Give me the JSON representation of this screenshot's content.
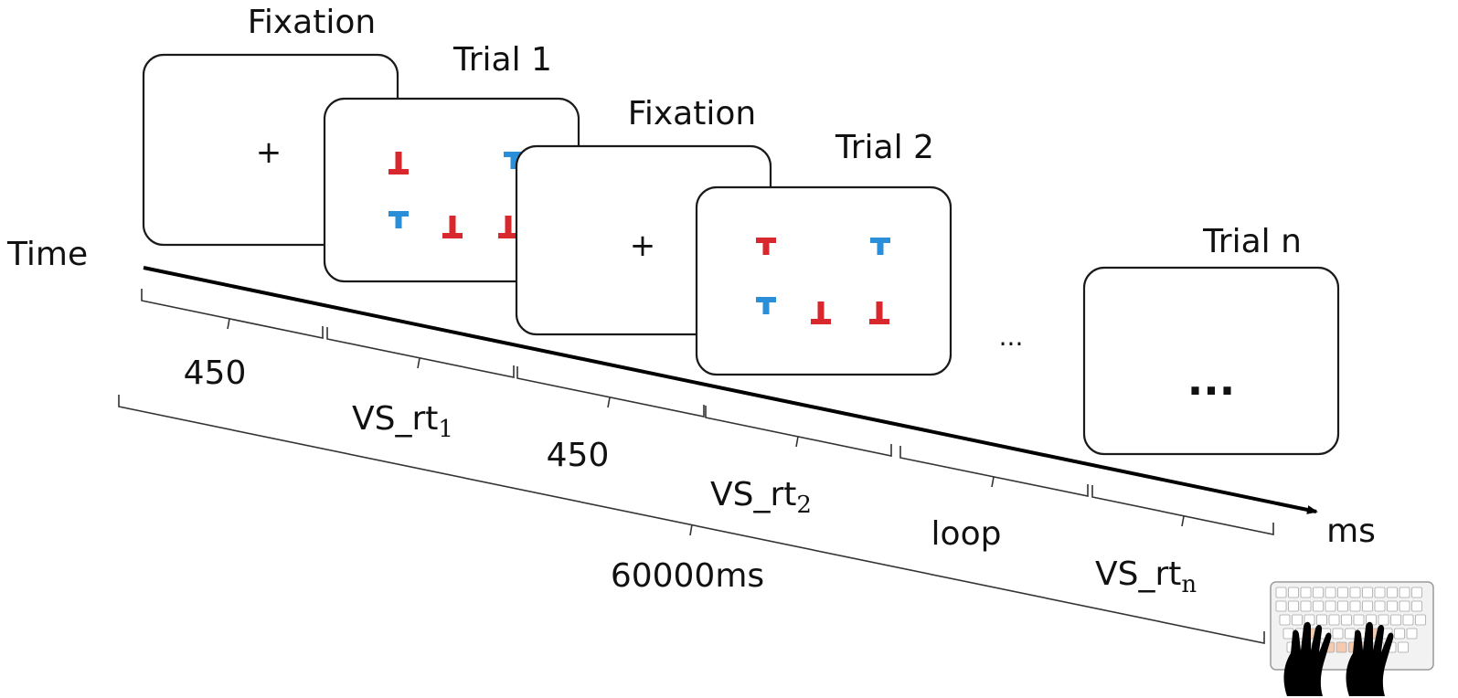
{
  "labels": {
    "fixation_1": "Fixation",
    "trial_1": "Trial 1",
    "fixation_2": "Fixation",
    "trial_2": "Trial 2",
    "trial_n": "Trial n",
    "time": "Time",
    "ms": "ms",
    "fixation_cross": "+",
    "between_ellipsis": "...",
    "trial_n_content": "..."
  },
  "durations": {
    "fix_1": "450",
    "trial_1_base": "VS_rt",
    "trial_1_sub": "1",
    "fix_2": "450",
    "trial_2_base": "VS_rt",
    "trial_2_sub": "2",
    "loop": "loop",
    "trial_n_base": "VS_rt",
    "trial_n_sub": "n",
    "total": "60000ms"
  },
  "stimuli": {
    "trial_1": [
      {
        "shape": "inverted-T",
        "color": "red"
      },
      {
        "shape": "T",
        "color": "blue"
      },
      {
        "shape": "T",
        "color": "blue"
      },
      {
        "shape": "inverted-T",
        "color": "red"
      },
      {
        "shape": "inverted-T",
        "color": "red"
      }
    ],
    "trial_2": [
      {
        "shape": "T",
        "color": "red"
      },
      {
        "shape": "T",
        "color": "blue"
      },
      {
        "shape": "T",
        "color": "blue"
      },
      {
        "shape": "inverted-T",
        "color": "red"
      },
      {
        "shape": "inverted-T",
        "color": "red"
      }
    ]
  },
  "colors": {
    "red": "#d9272e",
    "blue": "#2a8fd8",
    "line": "#000000"
  },
  "icons": {
    "response_device": "keyboard-with-hands-icon"
  }
}
